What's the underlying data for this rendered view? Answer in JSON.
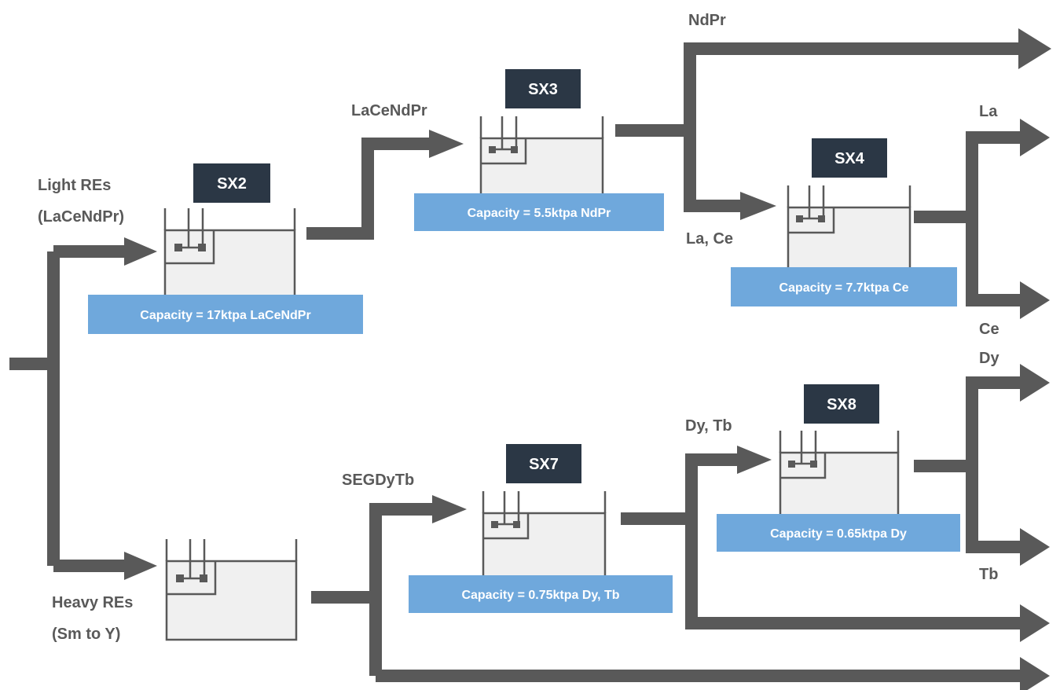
{
  "feed_labels": {
    "light_line1": "Light REs",
    "light_line2": "(LaCeNdPr)",
    "heavy_line1": "Heavy REs",
    "heavy_line2": "(Sm to Y)"
  },
  "stream_labels": {
    "lacendpr": "LaCeNdPr",
    "ndpr": "NdPr",
    "la_ce": "La, Ce",
    "la": "La",
    "ce": "Ce",
    "segdytb": "SEGDyTb",
    "dy_tb": "Dy, Tb",
    "dy": "Dy",
    "tb": "Tb"
  },
  "units": {
    "sx2": {
      "name": "SX2",
      "capacity": "Capacity = 17ktpa LaCeNdPr"
    },
    "sx3": {
      "name": "SX3",
      "capacity": "Capacity = 5.5ktpa NdPr"
    },
    "sx4": {
      "name": "SX4",
      "capacity": "Capacity = 7.7ktpa Ce"
    },
    "sx7": {
      "name": "SX7",
      "capacity": "Capacity = 0.75ktpa Dy, Tb"
    },
    "sx8": {
      "name": "SX8",
      "capacity": "Capacity = 0.65ktpa Dy"
    }
  },
  "colors": {
    "flow": "#595959",
    "unit_label_bg": "#2b3745",
    "capacity_bg": "#6fa8dc",
    "tank_fill": "#f0f0f0"
  }
}
